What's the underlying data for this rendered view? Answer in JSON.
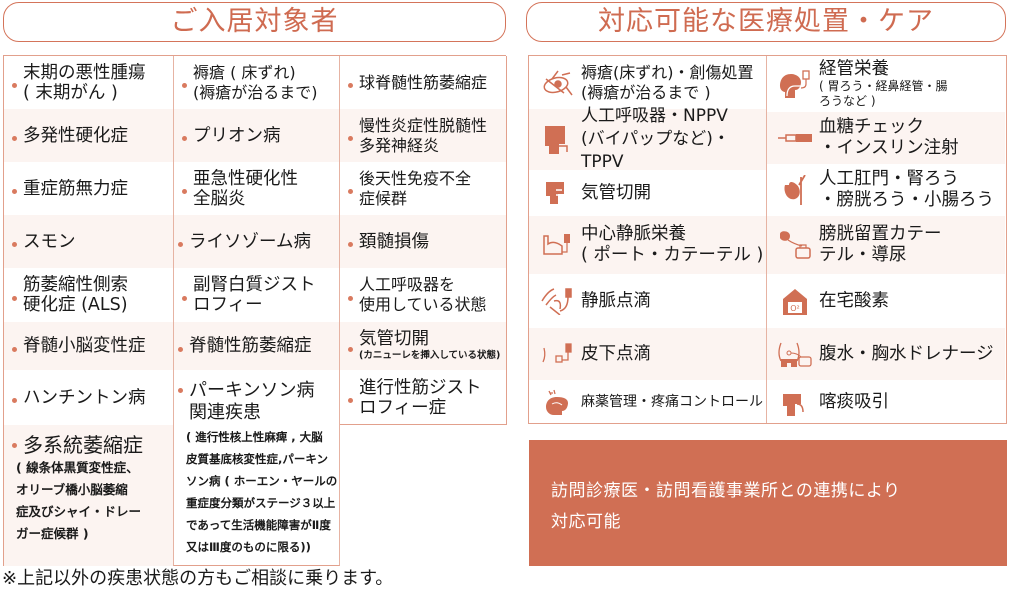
{
  "left_section": {
    "title": "ご入居対象者",
    "columns": [
      {
        "items": [
          {
            "text": "末期の悪性腫瘍\n( 末期がん )"
          },
          {
            "text": "多発性硬化症"
          },
          {
            "text": "重症筋無力症"
          },
          {
            "text": "スモン"
          },
          {
            "text": "筋萎縮性側索\n硬化症 (ALS)"
          },
          {
            "text": "脊髄小脳変性症"
          },
          {
            "text": "ハンチントン病"
          },
          {
            "text": "多系統萎縮症",
            "sub": "( 線条体黒質変性症、\nオリーブ橋小脳萎縮\n症及びシャイ・ドレー\nガー症候群 )"
          }
        ]
      },
      {
        "items": [
          {
            "text": "褥瘡 ( 床ずれ)\n(褥瘡が治るまで)"
          },
          {
            "text": "プリオン病"
          },
          {
            "text": "亜急性硬化性\n全脳炎"
          },
          {
            "text": "ライソゾーム病"
          },
          {
            "text": "副腎白質ジスト\nロフィー"
          },
          {
            "text": "脊髄性筋萎縮症"
          },
          {
            "text": "パーキンソン病\n関連疾患",
            "sub": "( 進行性核上性麻痺 , 大脳\n皮質基底核変性症,パーキン\nソン病 ( ホーエン・ヤールの\n重症度分類がステージ３以上\nであって生活機能障害がⅡ度\n又はⅢ度のものに限る))"
          }
        ]
      },
      {
        "items": [
          {
            "text": "球脊髄性筋萎縮症"
          },
          {
            "text": "慢性炎症性脱髄性\n多発神経炎"
          },
          {
            "text": "後天性免疫不全\n症候群"
          },
          {
            "text": "頚髄損傷"
          },
          {
            "text": "人工呼吸器を\n使用している状態"
          },
          {
            "text": "気管切開",
            "small": "(カニューレを挿入している状態)"
          },
          {
            "text": "進行性筋ジスト\nロフィー症"
          }
        ]
      }
    ],
    "footnote": "※上記以外の疾患状態の方もご相談に乗ります。"
  },
  "right_section": {
    "title": "対応可能な医療処置・ケア",
    "columns": [
      {
        "items": [
          {
            "icon": "bedsore-icon",
            "text": "褥瘡(床ずれ)・創傷処置\n(褥瘡が治るまで )"
          },
          {
            "icon": "ventilator-icon",
            "text": "人工呼吸器・NPPV\n(バイパップなど)・TPPV"
          },
          {
            "icon": "tracheostomy-icon",
            "text": "気管切開"
          },
          {
            "icon": "central-venous-icon",
            "text": "中心静脈栄養\n( ポート・カテーテル )"
          },
          {
            "icon": "iv-drip-icon",
            "text": "静脈点滴"
          },
          {
            "icon": "subcutaneous-drip-icon",
            "text": "皮下点滴"
          },
          {
            "icon": "pain-control-icon",
            "text": "麻薬管理・疼痛コントロール",
            "compact": true
          }
        ]
      },
      {
        "items": [
          {
            "icon": "tube-feeding-icon",
            "text": "経管栄養",
            "sub": "( 胃ろう・経鼻経管・腸\nろうなど )"
          },
          {
            "icon": "insulin-syringe-icon",
            "text": "血糖チェック\n・インスリン注射"
          },
          {
            "icon": "stoma-icon",
            "text": "人工肛門・腎ろう\n・膀胱ろう・小腸ろう"
          },
          {
            "icon": "urinary-catheter-icon",
            "text": "膀胱留置カテー\nテル・導尿"
          },
          {
            "icon": "home-oxygen-icon",
            "text": "在宅酸素"
          },
          {
            "icon": "drainage-icon",
            "text": "腹水・胸水ドレナージ"
          },
          {
            "icon": "suction-icon",
            "text": "喀痰吸引"
          }
        ]
      }
    ],
    "note": "訪問診療医・訪問看護事業所との連携により\n対応可能"
  },
  "colors": {
    "accent": "#d06f54",
    "border": "#e2a08c",
    "row_alt": "#fcf4f1",
    "bullet": "#d97a5f"
  }
}
